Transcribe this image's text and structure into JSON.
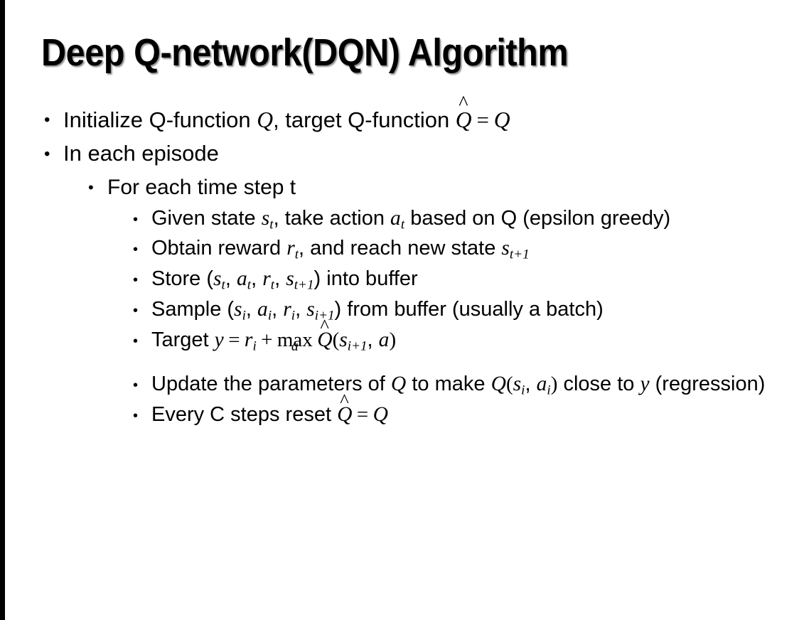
{
  "slide": {
    "title": "Deep Q-network(DQN) Algorithm",
    "background_color": "#ffffff",
    "text_color": "#000000",
    "accent_bar_color": "#000000",
    "bullet_glyph": "•"
  },
  "bullets": {
    "l1_initialize": {
      "prefix": "Initialize Q-function ",
      "sym_q1": "Q",
      "mid": ", target Q-function ",
      "sym_qhat": "Q",
      "hat": "^",
      "equals": "=",
      "sym_q2": "Q"
    },
    "l1_episode": {
      "text": "In each episode"
    },
    "l2_timestep": {
      "text": "For each time step t"
    },
    "l3_given": {
      "p1": "Given state ",
      "s": "s",
      "s_sub": "t",
      "p2": ", take action ",
      "a": "a",
      "a_sub": "t",
      "p3": " based on Q (epsilon greedy)"
    },
    "l3_obtain": {
      "p1": "Obtain reward ",
      "r": "r",
      "r_sub": "t",
      "p2": ", and reach new state ",
      "s": "s",
      "s_sub": "t+1"
    },
    "l3_store": {
      "p1": "Store (",
      "s1": "s",
      "s1_sub": "t",
      "c1": ", ",
      "a1": "a",
      "a1_sub": "t",
      "c2": ", ",
      "r1": "r",
      "r1_sub": "t",
      "c3": ", ",
      "s2": "s",
      "s2_sub": "t+1",
      "p2": ") into buffer"
    },
    "l3_sample": {
      "p1": "Sample (",
      "s1": "s",
      "s1_sub": "i",
      "c1": ", ",
      "a1": "a",
      "a1_sub": "i",
      "c2": ", ",
      "r1": "r",
      "r1_sub": "i",
      "c3": ", ",
      "s2": "s",
      "s2_sub": "i+1",
      "p2": ") from buffer (usually a batch)"
    },
    "l3_target": {
      "p1": "Target ",
      "y": "y",
      "eq": "=",
      "r": "r",
      "r_sub": "i",
      "plus": "+",
      "max": "max",
      "max_sub": "a",
      "qhat": "Q",
      "hat": "^",
      "open": "(",
      "s": "s",
      "s_sub": "i+1",
      "comma": ", ",
      "a": "a",
      "close": ")"
    },
    "l3_update": {
      "p1": "Update the parameters of ",
      "q1": "Q",
      "p2": " to make ",
      "q2": "Q",
      "open": "(",
      "s": "s",
      "s_sub": "i",
      "comma": ", ",
      "a": "a",
      "a_sub": "i",
      "close": ")",
      "p3": " close to ",
      "y": "y",
      "p4": " (regression)"
    },
    "l3_reset": {
      "p1": "Every C steps reset ",
      "qhat": "Q",
      "hat": "^",
      "eq": "=",
      "q": "Q"
    }
  }
}
